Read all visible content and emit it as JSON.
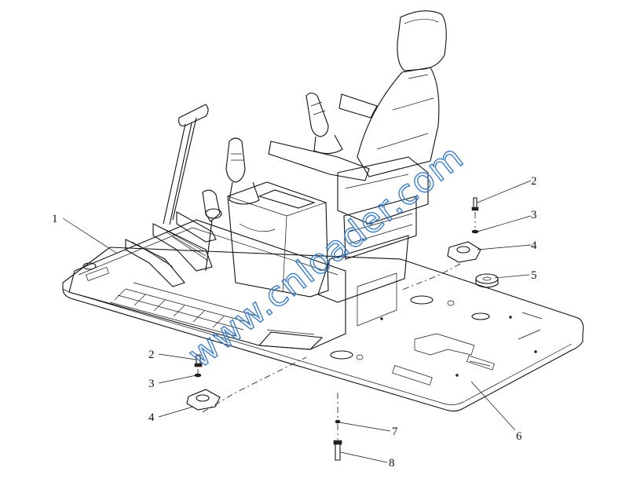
{
  "watermark": "www.cnloader.com",
  "callouts": [
    {
      "id": "c1",
      "label": "1"
    },
    {
      "id": "c2a",
      "label": "2"
    },
    {
      "id": "c3a",
      "label": "3"
    },
    {
      "id": "c4a",
      "label": "4"
    },
    {
      "id": "c5",
      "label": "5"
    },
    {
      "id": "c2b",
      "label": "2"
    },
    {
      "id": "c3b",
      "label": "3"
    },
    {
      "id": "c4b",
      "label": "4"
    },
    {
      "id": "c6",
      "label": "6"
    },
    {
      "id": "c7",
      "label": "7"
    },
    {
      "id": "c8",
      "label": "8"
    }
  ]
}
